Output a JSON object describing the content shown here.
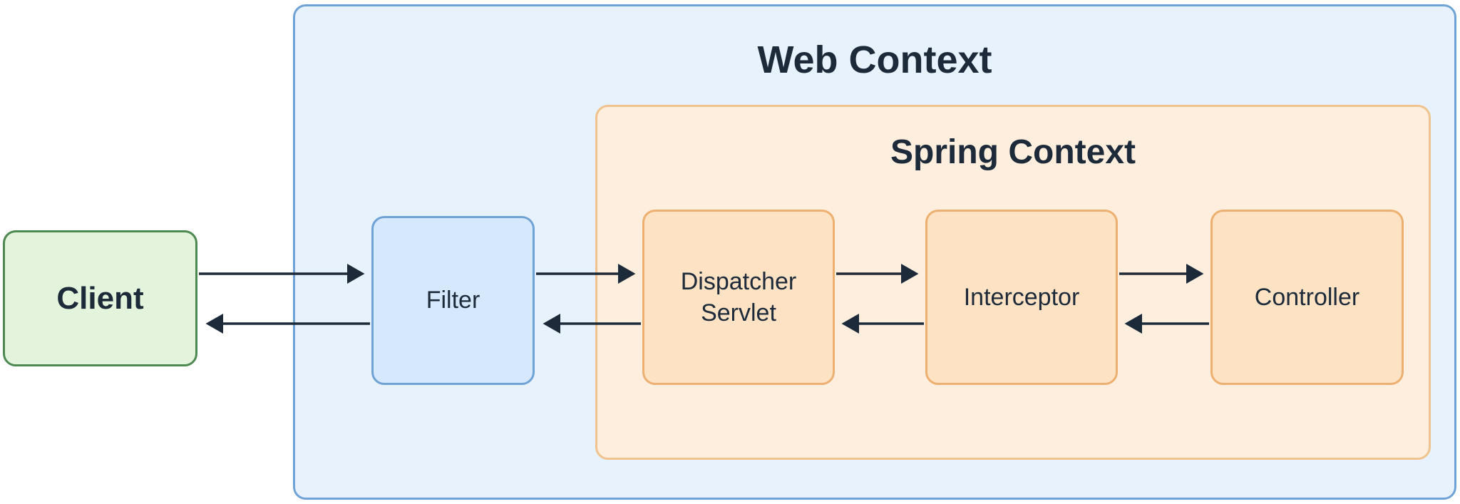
{
  "web_context": {
    "title": "Web Context"
  },
  "spring_context": {
    "title": "Spring Context"
  },
  "nodes": {
    "client": "Client",
    "filter": "Filter",
    "dispatcher_servlet": "Dispatcher\nServlet",
    "interceptor": "Interceptor",
    "controller": "Controller"
  },
  "colors": {
    "web_context_fill": "#e8f2fd",
    "web_context_border": "#6fa3d6",
    "spring_context_fill": "#fdeedd",
    "spring_context_border": "#f0c28d",
    "client_fill": "#e3f3dc",
    "client_border": "#4d8a52",
    "component_fill": "#fde2c4",
    "component_border": "#eeb070",
    "arrow": "#1d2a3a"
  }
}
